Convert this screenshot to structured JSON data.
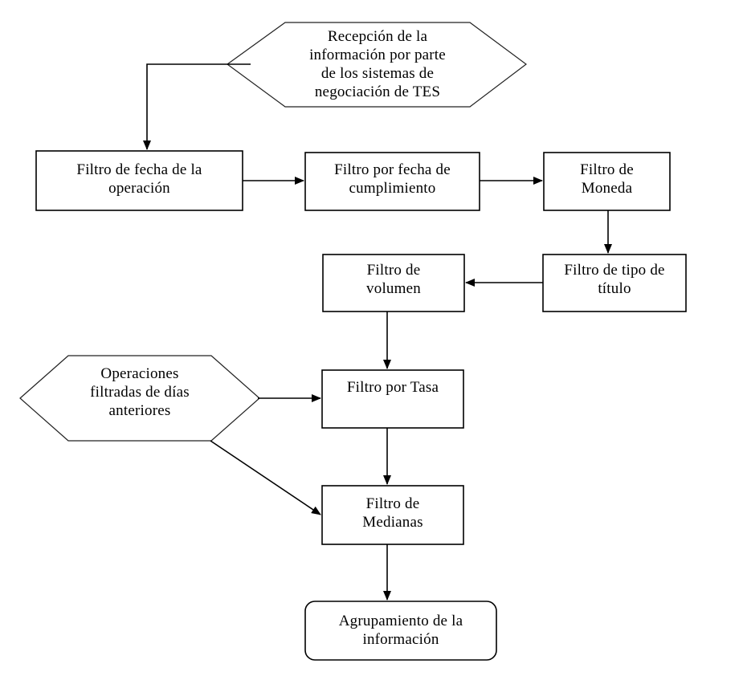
{
  "diagram": {
    "nodes": {
      "recepcion": {
        "shape": "hexagon",
        "lines": [
          "Recepción de la",
          "información por parte",
          "de los sistemas de",
          "negociación de TES"
        ]
      },
      "filtro_fecha_operacion": {
        "shape": "rectangle",
        "lines": [
          "Filtro de fecha de la",
          "operación"
        ]
      },
      "filtro_fecha_cumplimiento": {
        "shape": "rectangle",
        "lines": [
          "Filtro por fecha de",
          "cumplimiento"
        ]
      },
      "filtro_moneda": {
        "shape": "rectangle",
        "lines": [
          "Filtro de",
          "Moneda"
        ]
      },
      "filtro_tipo_titulo": {
        "shape": "rectangle",
        "lines": [
          "Filtro de tipo de",
          "título"
        ]
      },
      "filtro_volumen": {
        "shape": "rectangle",
        "lines": [
          "Filtro de",
          "volumen"
        ]
      },
      "operaciones_anteriores": {
        "shape": "hexagon",
        "lines": [
          "Operaciones",
          "filtradas de días",
          "anteriores"
        ]
      },
      "filtro_tasa": {
        "shape": "rectangle",
        "lines": [
          "Filtro por Tasa"
        ]
      },
      "filtro_medianas": {
        "shape": "rectangle",
        "lines": [
          "Filtro de",
          "Medianas"
        ]
      },
      "agrupamiento": {
        "shape": "rounded-rectangle",
        "lines": [
          "Agrupamiento de la",
          "información"
        ]
      }
    },
    "edges": [
      {
        "from": "recepcion",
        "to": "filtro_fecha_operacion"
      },
      {
        "from": "filtro_fecha_operacion",
        "to": "filtro_fecha_cumplimiento"
      },
      {
        "from": "filtro_fecha_cumplimiento",
        "to": "filtro_moneda"
      },
      {
        "from": "filtro_moneda",
        "to": "filtro_tipo_titulo"
      },
      {
        "from": "filtro_tipo_titulo",
        "to": "filtro_volumen"
      },
      {
        "from": "filtro_volumen",
        "to": "filtro_tasa"
      },
      {
        "from": "operaciones_anteriores",
        "to": "filtro_tasa"
      },
      {
        "from": "filtro_tasa",
        "to": "filtro_medianas"
      },
      {
        "from": "operaciones_anteriores",
        "to": "filtro_medianas"
      },
      {
        "from": "filtro_medianas",
        "to": "agrupamiento"
      }
    ]
  }
}
